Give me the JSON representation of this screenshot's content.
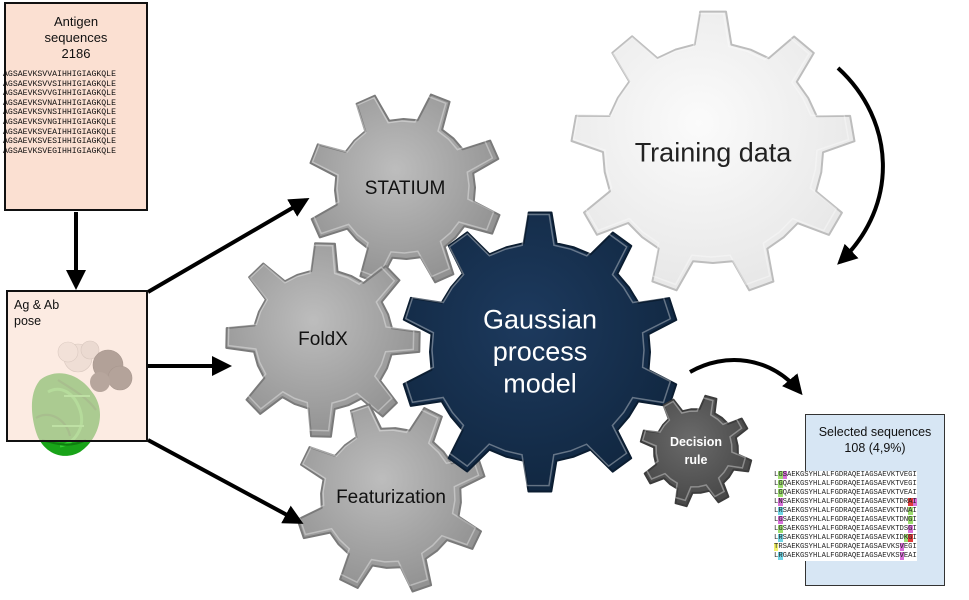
{
  "antigen_box": {
    "title_line1": "Antigen",
    "title_line2": "sequences",
    "count": "2186",
    "sequences": [
      "AGSAEVKSVVAIHHIGIAGKQLE",
      "AGSAEVKSVVSIHHIGIAGKQLE",
      "AGSAEVKSVVGIHHIGIAGKQLE",
      "AGSAEVKSVNAIHHIGIAGKQLE",
      "AGSAEVKSVNSIHHIGIAGKQLE",
      "AGSAEVKSVNGIHHIGIAGKQLE",
      "AGSAEVKSVEAIHHIGIAGKQLE",
      "AGSAEVKSVESIHHIGIAGKQLE",
      "AGSAEVKSVEGIHHIGIAGKQLE"
    ]
  },
  "pose_box": {
    "title_line1": "Ag & Ab",
    "title_line2": "pose"
  },
  "gears": {
    "statium": "STATIUM",
    "foldx": "FoldX",
    "featurization": "Featurization",
    "gaussian_line1": "Gaussian",
    "gaussian_line2": "process",
    "gaussian_line3": "model",
    "training": "Training data",
    "decision_line1": "Decision",
    "decision_line2": "rule"
  },
  "selected_box": {
    "title": "Selected sequences",
    "count": "108 (4,9%)",
    "sequences": [
      "LGSAEKGSYHLALFGDRAQEIAGSAEVKTVEGI",
      "LGQAEKGSYHLALFGDRAQEIAGSAEVKTVEGI",
      "LGQAEKGSYHLALFGDRAQEIAGSAEVKTVEAI",
      "LNSAEKGSYHLALFGDRAQEIAGSAEVKTDRAI",
      "LRSAEKGSYHLALFGDRAQEIAGSAEVKTDNAI",
      "LGSAEKGSYHLALFGDRAQEIAGSAEVKTDNGI",
      "LGSAEKGSYHLALFGDRAQEIAGSAEVKTDSGI",
      "LRSAEKGSYHLALFGDRAQEIAGSAEVKIDKGI",
      "TRSAEKGSYHLALFGDRAQEIAGSAEVKSVEGI",
      "LRGAEKGSYHLALFGDRAQEIAGSAEVKSVEAI"
    ]
  },
  "colors": {
    "salmon_box": "#fbe0d2",
    "navy_gear": "#16304f",
    "gray_gear": "#a6a6a6",
    "dark_gear": "#595959",
    "white_gear": "#f2f2f2",
    "selected_box": "#d7e6f4"
  }
}
